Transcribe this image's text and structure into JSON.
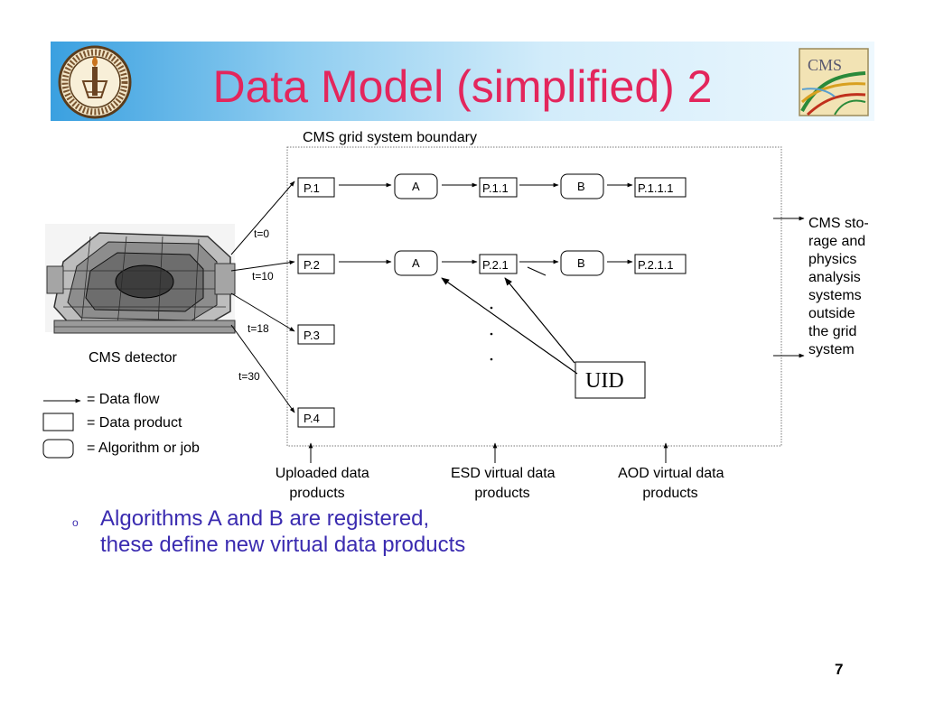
{
  "slide": {
    "title": "Data Model (simplified) 2",
    "page_number": "7",
    "bullet_marker": "o",
    "bullet_lines": [
      "Algorithms A and B are registered,",
      "these define new virtual data products"
    ]
  },
  "diagram": {
    "boundary_label": "CMS grid system boundary",
    "uploaded": [
      "P.1",
      "P.2",
      "P.3",
      "P.4"
    ],
    "algorithms": {
      "a1": "A",
      "a2": "A",
      "b1": "B",
      "b2": "B"
    },
    "esd": [
      "P.1.1",
      "P.2.1"
    ],
    "aod": [
      "P.1.1.1",
      "P.2.1.1"
    ],
    "times": [
      "t=0",
      "t=10",
      "t=18",
      "t=30"
    ],
    "detector_label": "CMS detector",
    "uid_label": "UID",
    "outside_lines": [
      "CMS sto-",
      "rage and",
      "physics",
      "analysis",
      "systems",
      "outside",
      "the grid",
      "system"
    ],
    "legend": {
      "flow": "= Data flow",
      "product": "= Data product",
      "algorithm": "= Algorithm or job"
    },
    "bottom_labels": {
      "uploaded": [
        "Uploaded data",
        "products"
      ],
      "esd": [
        "ESD virtual data",
        "products"
      ],
      "aod": [
        "AOD virtual data",
        "products"
      ]
    }
  },
  "colors": {
    "title": "#e3265c",
    "bullet_text": "#3a2bb0",
    "header_start": "#3aa0e0",
    "header_end": "#eef8fe"
  }
}
